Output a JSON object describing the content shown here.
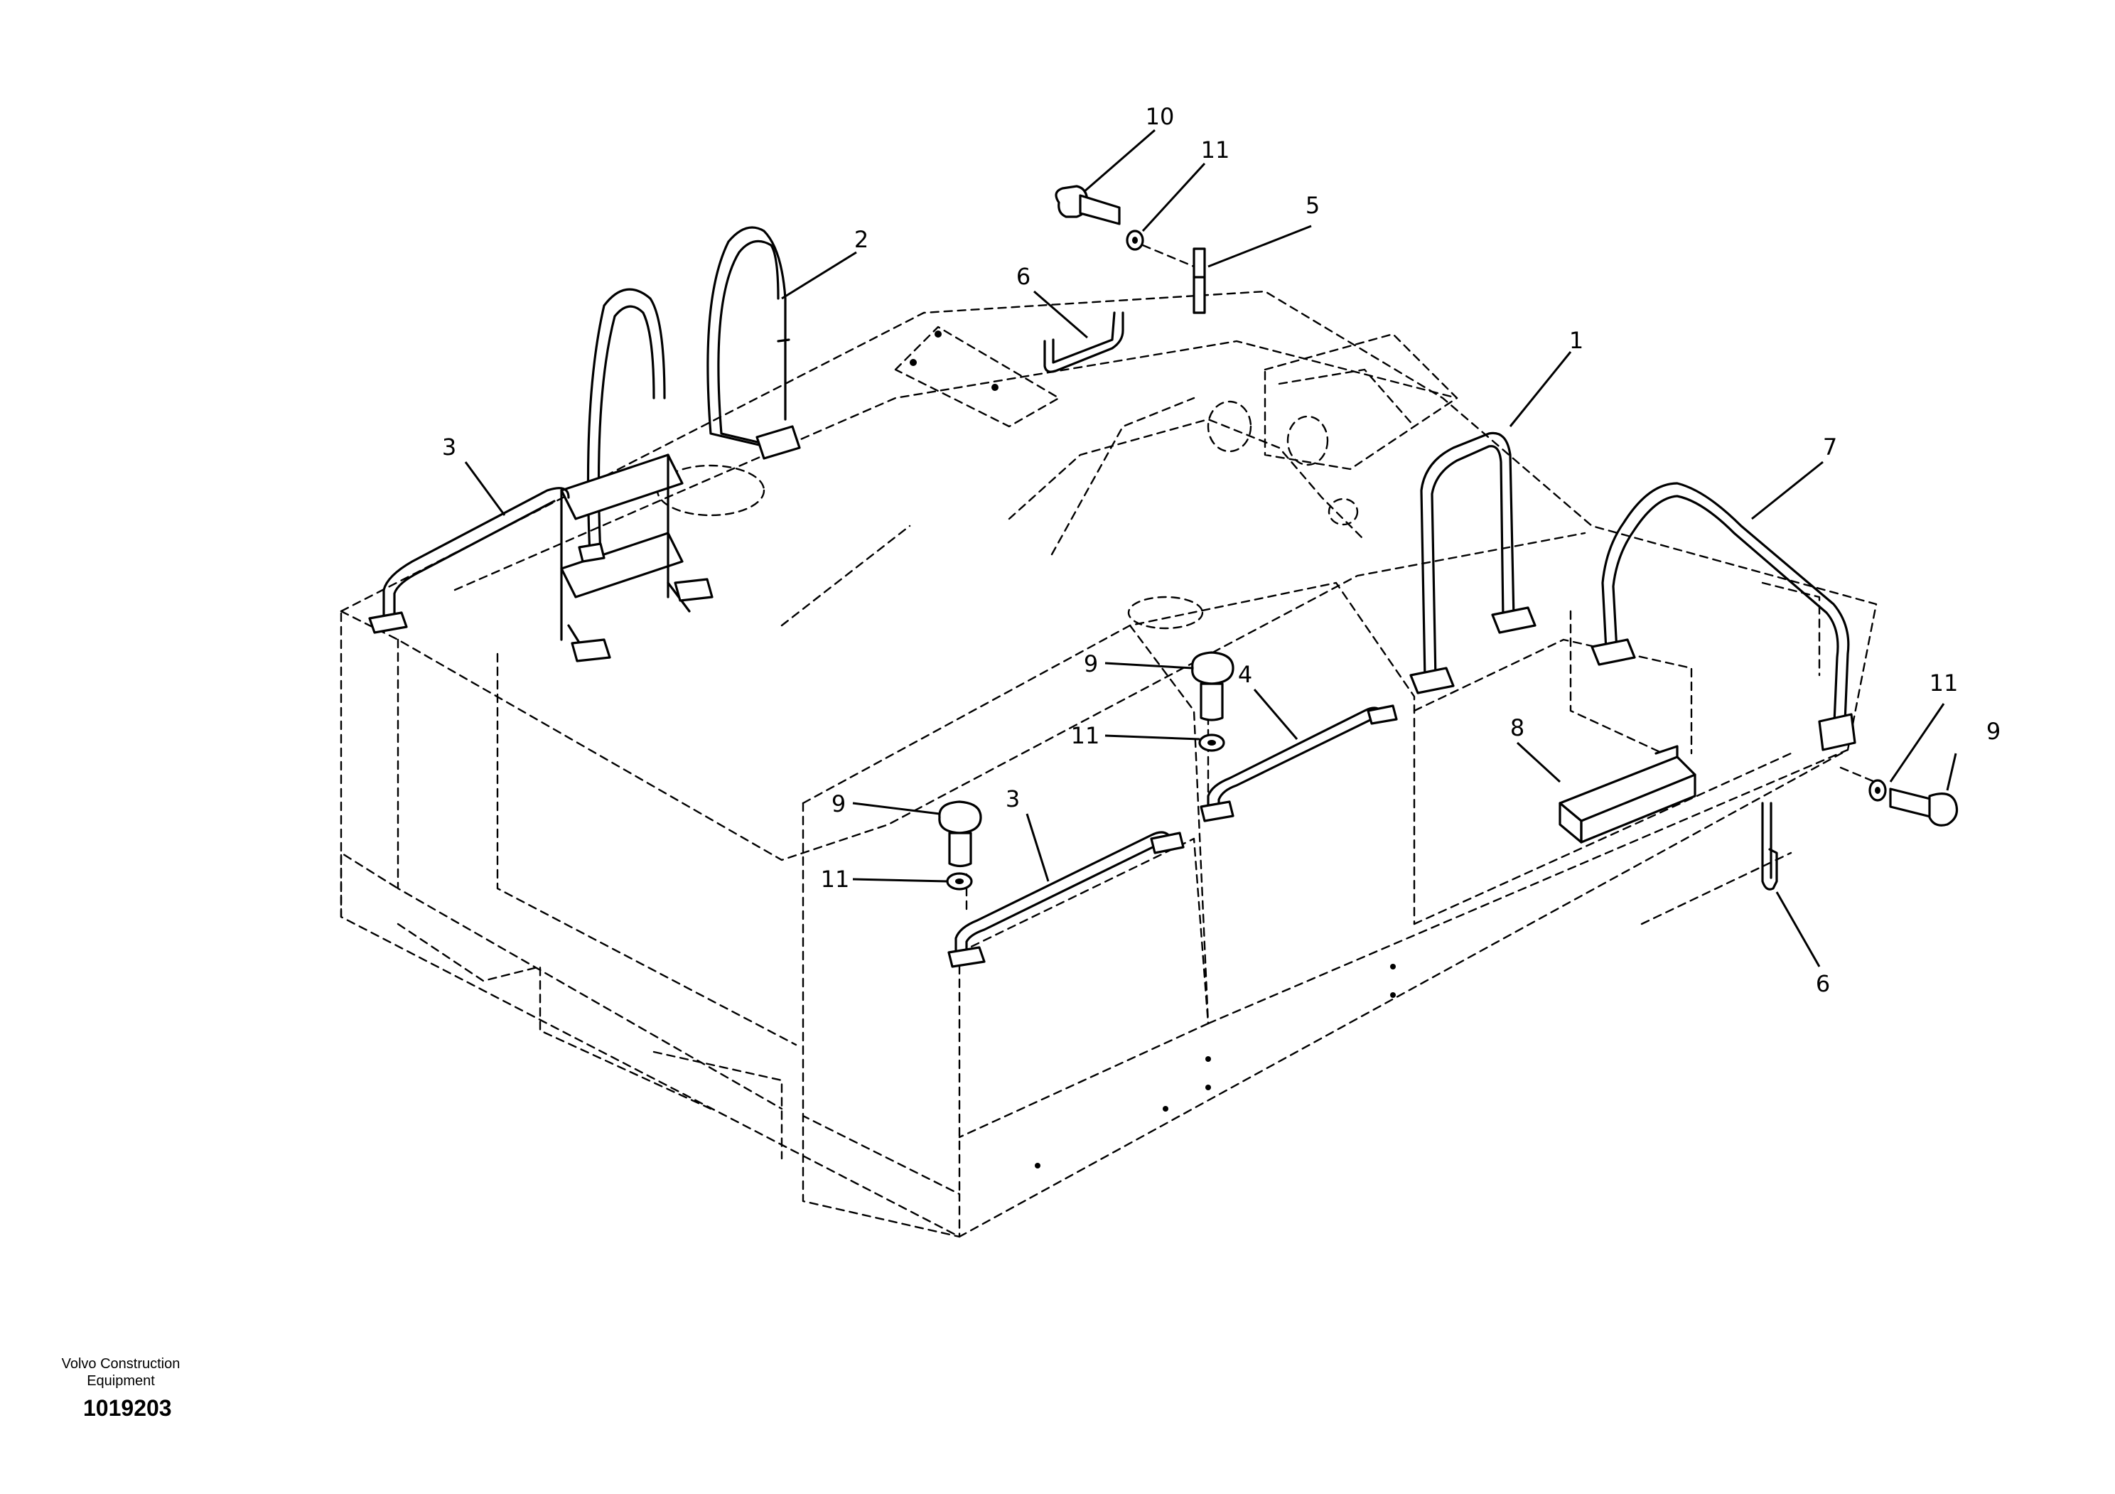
{
  "diagram": {
    "callouts": {
      "c1": "1",
      "c2": "2",
      "c3a": "3",
      "c3b": "3",
      "c4": "4",
      "c5": "5",
      "c6a": "6",
      "c6b": "6",
      "c7": "7",
      "c8": "8",
      "c9a": "9",
      "c9b": "9",
      "c9c": "9",
      "c10": "10",
      "c11a": "11",
      "c11b": "11",
      "c11c": "11",
      "c11d": "11"
    }
  },
  "footer": {
    "company_line1": "Volvo Construction",
    "company_line2": "Equipment",
    "drawing_number": "1019203"
  }
}
